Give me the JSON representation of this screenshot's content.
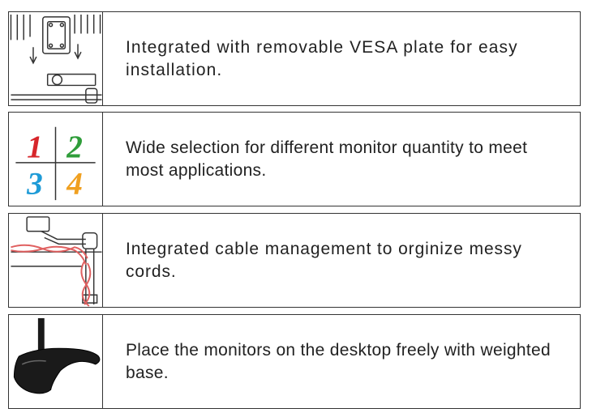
{
  "features": [
    {
      "icon": "vesa-plate-icon",
      "text": "Integrated with removable VESA plate for easy installation."
    },
    {
      "icon": "monitor-quantity-grid-icon",
      "grid": [
        "1",
        "2",
        "3",
        "4"
      ],
      "grid_colors": [
        "#d7262b",
        "#2f9d3a",
        "#1e9bd7",
        "#f0a020"
      ],
      "text": "Wide selection for different monitor quantity to meet most applications."
    },
    {
      "icon": "cable-management-icon",
      "text": "Integrated cable management to orginize messy cords."
    },
    {
      "icon": "weighted-base-icon",
      "text": "Place the monitors on the desktop freely with weighted base."
    }
  ]
}
